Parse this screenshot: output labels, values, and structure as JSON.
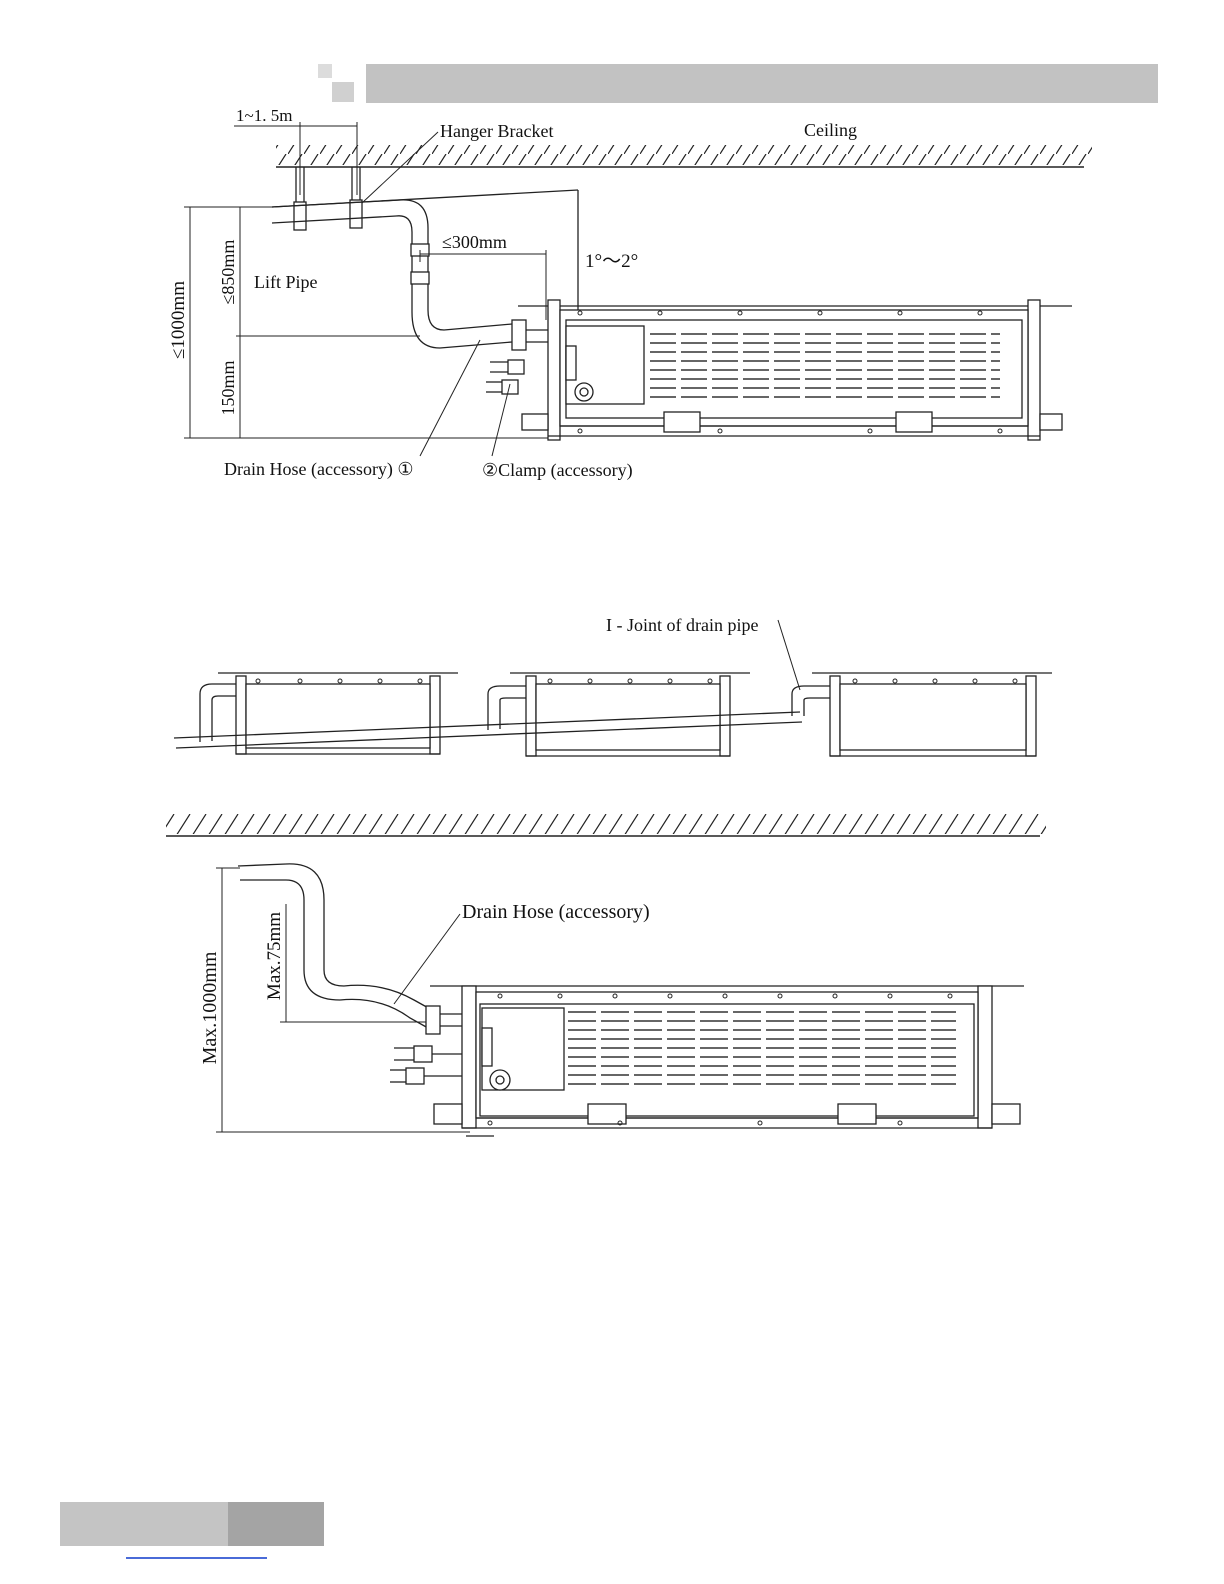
{
  "header": {
    "bar_color": "#c2c2c2",
    "square_colors": [
      "#dcdcdc",
      "#8a8a8a",
      "#d0d0d0"
    ]
  },
  "diagram1": {
    "bracket_spacing": "1~1. 5m",
    "hanger_bracket": "Hanger Bracket",
    "ceiling": "Ceiling",
    "horizontal_limit": "≤300mm",
    "slope": "1°～2°",
    "lift_pipe": "Lift Pipe",
    "total_height": "≤1000mm",
    "lift_height": "≤850mm",
    "base_height": "150mm",
    "drain_hose": "Drain Hose (accessory) ①",
    "clamp": "②Clamp (accessory)"
  },
  "diagram2": {
    "joint_label": "I - Joint of drain pipe"
  },
  "diagram3": {
    "drain_hose": "Drain Hose (accessory)",
    "max_height": "Max.1000mm",
    "max_offset": "Max.75mm"
  },
  "footer": {
    "colors": [
      "#c4c4c4",
      "#a4a4a4",
      "#4a6bd8"
    ]
  }
}
